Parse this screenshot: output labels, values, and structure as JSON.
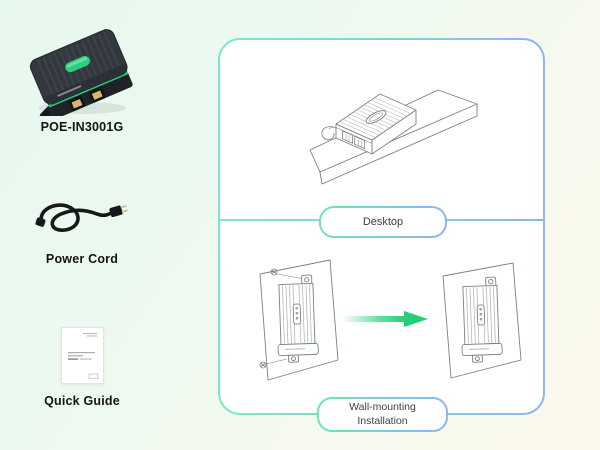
{
  "package_items": [
    {
      "label": "POE-IN3001G",
      "image": "poe-injector-device-photo"
    },
    {
      "label": "Power Cord",
      "image": "power-cord-photo"
    },
    {
      "label": "Quick Guide",
      "image": "quick-guide-booklet"
    }
  ],
  "installation_panel": {
    "desktop_badge_label": "Desktop",
    "wall_badge_line1": "Wall-mounting",
    "wall_badge_line2": "Installation"
  },
  "colors": {
    "panel_border_start": "#7de9c3",
    "panel_border_end": "#8fb4f1",
    "arrow_green": "#23ce76",
    "device_green": "#2ecd7f",
    "background_mint": "#e7f8ef",
    "background_cream": "#fbf7ec"
  }
}
